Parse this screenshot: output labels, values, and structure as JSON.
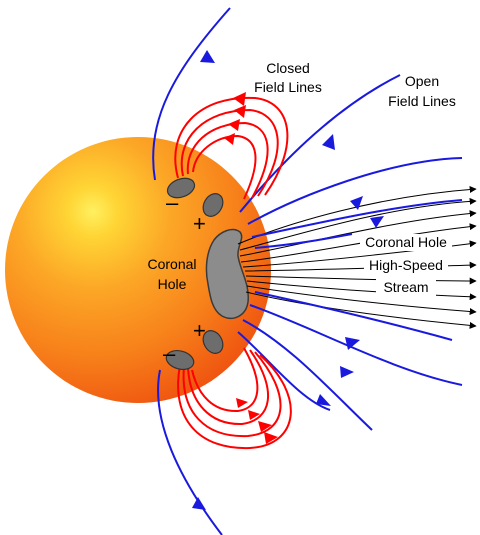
{
  "labels": {
    "closed_field_lines": [
      "Closed",
      "Field Lines"
    ],
    "open_field_lines": [
      "Open",
      "Field Lines"
    ],
    "coronal_hole": [
      "Coronal",
      "Hole"
    ],
    "stream": [
      "Coronal Hole",
      "High-Speed",
      "Stream"
    ]
  },
  "polarity_signs": {
    "upper_negative": "–",
    "upper_positive": "+",
    "lower_positive": "+",
    "lower_negative": "–"
  },
  "colors": {
    "sun_outer": "#f25a12",
    "sun_mid": "#fb9a1f",
    "sun_core": "#ffe545",
    "closed_field": "#ff0000",
    "open_field": "#1a1adf",
    "stream_lines": "#000000",
    "sunspot": "#6d6d6d",
    "coronal_hole": "#8c8c8c"
  }
}
